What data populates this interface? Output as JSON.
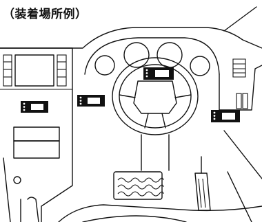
{
  "title": "（装着場所例）",
  "devices": [
    {
      "id": "left-dash"
    },
    {
      "id": "center-console"
    },
    {
      "id": "steering-column"
    },
    {
      "id": "right-dash"
    }
  ]
}
